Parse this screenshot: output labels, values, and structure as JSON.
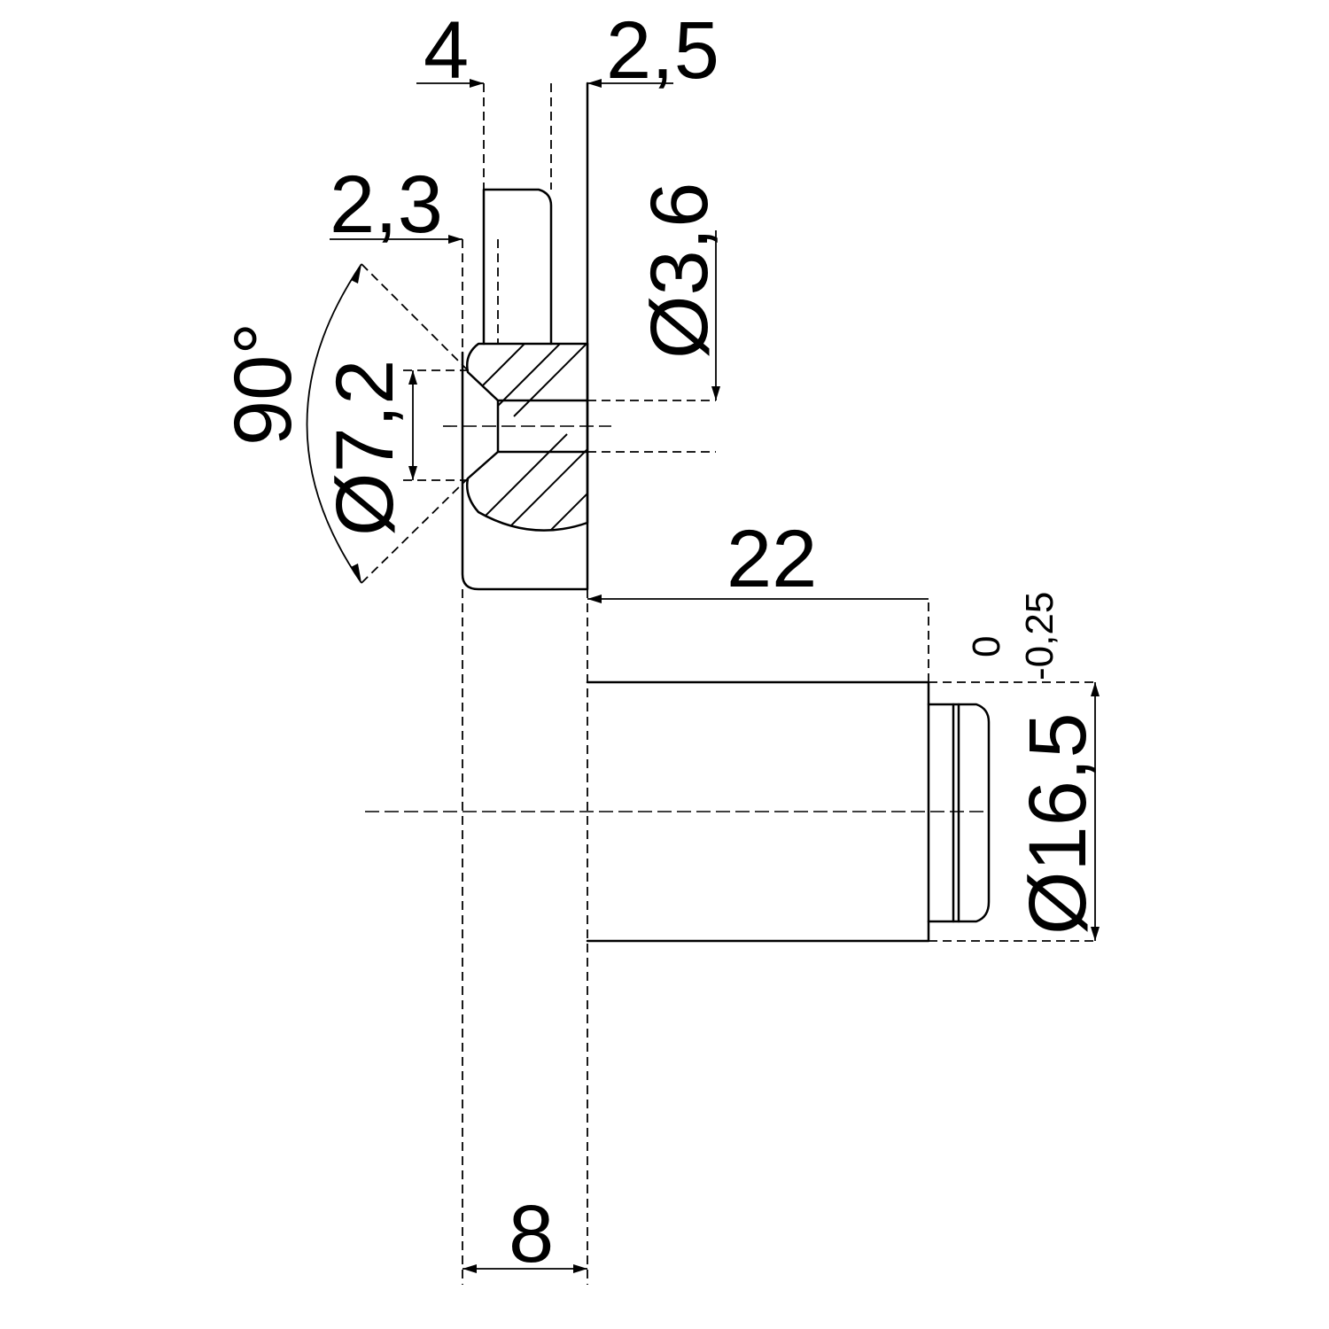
{
  "dimensions": {
    "top_left": "4",
    "top_right": "2,5",
    "step": "2,3",
    "bore": "Ø3,6",
    "countersink_dia": "Ø7,2",
    "countersink_angle": "90°",
    "shaft_length": "22",
    "shaft_dia": "Ø16,5",
    "shaft_tol_upper": "0",
    "shaft_tol_lower": "-0,25",
    "flange_thickness": "8"
  },
  "colors": {
    "line": "#000000",
    "background": "#ffffff"
  }
}
